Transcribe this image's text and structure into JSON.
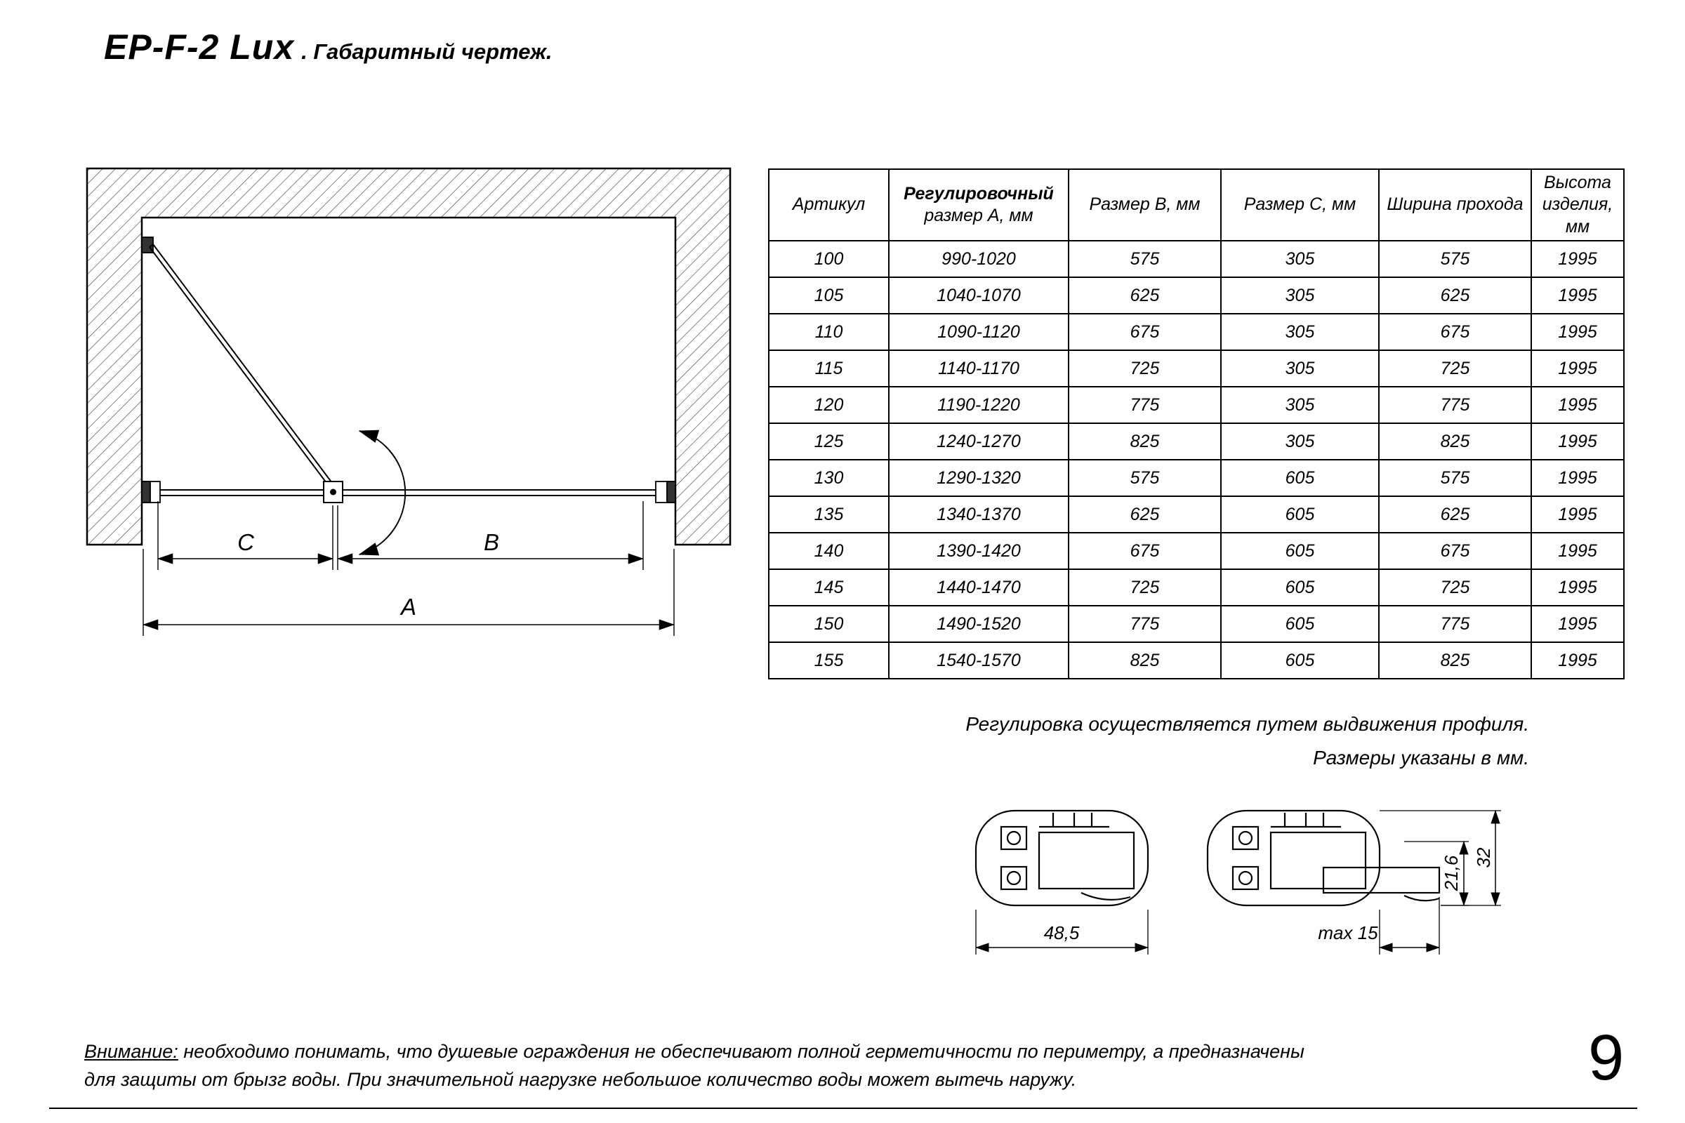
{
  "title": {
    "model": "EP-F-2 Lux",
    "suffix": ". Габаритный чертеж."
  },
  "drawing": {
    "dim_a": "A",
    "dim_b": "B",
    "dim_c": "C"
  },
  "table": {
    "headers": {
      "article": "Артикул",
      "size_a_line1": "Регулировочный",
      "size_a_line2": "размер A, мм",
      "size_b": "Размер B, мм",
      "size_c": "Размер C, мм",
      "pass_width": "Ширина прохода",
      "height": "Высота изделия, мм"
    },
    "rows": [
      [
        "100",
        "990-1020",
        "575",
        "305",
        "575",
        "1995"
      ],
      [
        "105",
        "1040-1070",
        "625",
        "305",
        "625",
        "1995"
      ],
      [
        "110",
        "1090-1120",
        "675",
        "305",
        "675",
        "1995"
      ],
      [
        "115",
        "1140-1170",
        "725",
        "305",
        "725",
        "1995"
      ],
      [
        "120",
        "1190-1220",
        "775",
        "305",
        "775",
        "1995"
      ],
      [
        "125",
        "1240-1270",
        "825",
        "305",
        "825",
        "1995"
      ],
      [
        "130",
        "1290-1320",
        "575",
        "605",
        "575",
        "1995"
      ],
      [
        "135",
        "1340-1370",
        "625",
        "605",
        "625",
        "1995"
      ],
      [
        "140",
        "1390-1420",
        "675",
        "605",
        "675",
        "1995"
      ],
      [
        "145",
        "1440-1470",
        "725",
        "605",
        "725",
        "1995"
      ],
      [
        "150",
        "1490-1520",
        "775",
        "605",
        "775",
        "1995"
      ],
      [
        "155",
        "1540-1570",
        "825",
        "605",
        "825",
        "1995"
      ]
    ]
  },
  "notes": {
    "line1": "Регулировка осуществляется путем выдвижения профиля.",
    "line2": "Размеры указаны в мм."
  },
  "profiles": {
    "width": "48,5",
    "max_extension": "max 15",
    "inner_height": "21,6",
    "outer_height": "32"
  },
  "warning": {
    "label": "Внимание:",
    "line1_rest": " необходимо понимать, что душевые ограждения не обеспечивают полной герметичности по периметру, а предназначены",
    "line2": "для защиты от брызг воды. При значительной нагрузке небольшое количество воды может вытечь наружу."
  },
  "page_number": "9"
}
